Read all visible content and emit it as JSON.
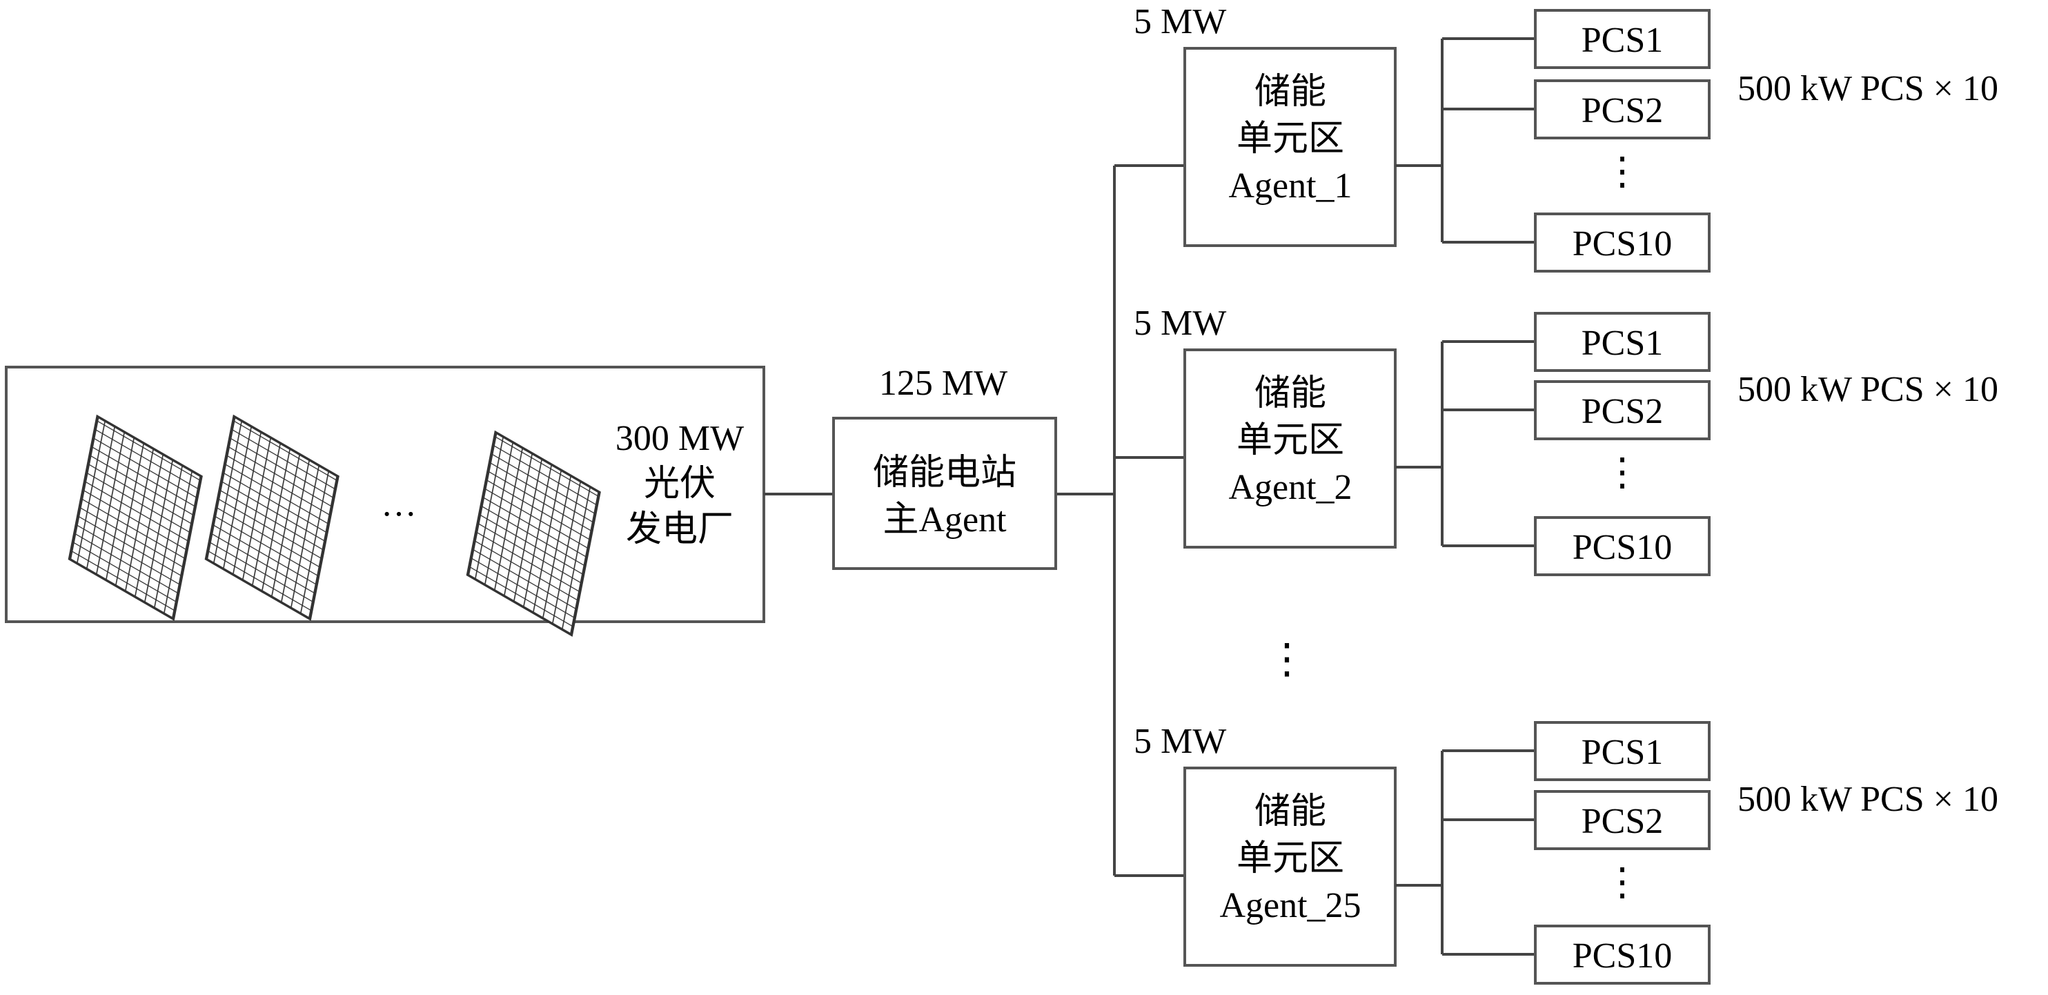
{
  "pv_plant": {
    "capacity": "300 MW",
    "name_line1": "光伏",
    "name_line2": "发电厂",
    "ellipsis": "···",
    "panel_count_shown": 3
  },
  "main_agent": {
    "capacity": "125 MW",
    "line1": "储能电站",
    "line2": "主Agent"
  },
  "vertical_ellipsis": "⋮",
  "units": [
    {
      "capacity": "5 MW",
      "line1": "储能",
      "line2": "单元区",
      "line3": "Agent_1",
      "pcs": [
        "PCS1",
        "PCS2",
        "PCS10"
      ],
      "pcs_note": "500 kW PCS × 10"
    },
    {
      "capacity": "5 MW",
      "line1": "储能",
      "line2": "单元区",
      "line3": "Agent_2",
      "pcs": [
        "PCS1",
        "PCS2",
        "PCS10"
      ],
      "pcs_note": "500 kW PCS × 10"
    },
    {
      "capacity": "5 MW",
      "line1": "储能",
      "line2": "单元区",
      "line3": "Agent_25",
      "pcs": [
        "PCS1",
        "PCS2",
        "PCS10"
      ],
      "pcs_note": "500 kW PCS × 10"
    }
  ]
}
